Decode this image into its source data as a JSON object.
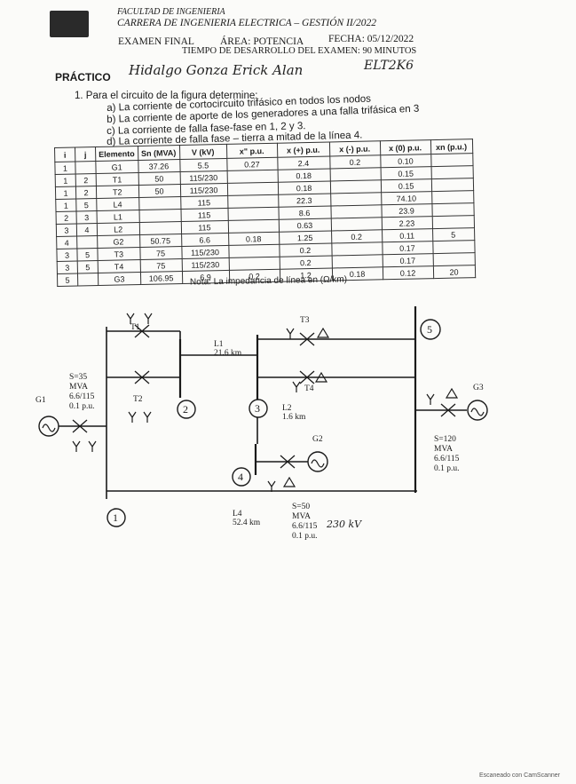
{
  "header": {
    "faculty": "FACULTAD DE INGENIERIA",
    "career": "CARRERA DE INGENIERIA ELECTRICA – GESTIÓN II/2022",
    "exam": "EXAMEN FINAL",
    "area": "ÁREA: POTENCIA",
    "date": "FECHA: 05/12/2022",
    "duration": "TIEMPO DE DESARROLLO DEL EXAMEN: 90 MINUTOS",
    "section": "PRÁCTICO",
    "student_name": "Hidalgo Gonza Erick Alan",
    "student_code": "ELT2K6"
  },
  "question": {
    "intro": "1.   Para el circuito de la figura determine:",
    "items": [
      "a)  La corriente de cortocircuito trifásico en todos los nodos",
      "b)  La corriente de aporte de los generadores a una falla trifásica en 3",
      "c)  La corriente de falla fase-fase en 1, 2 y 3.",
      "d)  La corriente de falla fase – tierra a mitad de la línea 4."
    ]
  },
  "table": {
    "headers": [
      "i",
      "j",
      "Elemento",
      "Sn (MVA)",
      "V (kV)",
      "x\" p.u.",
      "x (+) p.u.",
      "x (-) p.u.",
      "x (0) p.u.",
      "xn (p.u.)"
    ],
    "rows": [
      [
        "1",
        "",
        "G1",
        "37.26",
        "5.5",
        "0.27",
        "2.4",
        "0.2",
        "0.10",
        ""
      ],
      [
        "1",
        "2",
        "T1",
        "50",
        "115/230",
        "",
        "0.18",
        "",
        "0.15",
        ""
      ],
      [
        "1",
        "2",
        "T2",
        "50",
        "115/230",
        "",
        "0.18",
        "",
        "0.15",
        ""
      ],
      [
        "1",
        "5",
        "L4",
        "",
        "115",
        "",
        "22.3",
        "",
        "74.10",
        ""
      ],
      [
        "2",
        "3",
        "L1",
        "",
        "115",
        "",
        "8.6",
        "",
        "23.9",
        ""
      ],
      [
        "3",
        "4",
        "L2",
        "",
        "115",
        "",
        "0.63",
        "",
        "2.23",
        ""
      ],
      [
        "4",
        "",
        "G2",
        "50.75",
        "6.6",
        "0.18",
        "1.25",
        "0.2",
        "0.11",
        "5"
      ],
      [
        "3",
        "5",
        "T3",
        "75",
        "115/230",
        "",
        "0.2",
        "",
        "0.17",
        ""
      ],
      [
        "3",
        "5",
        "T4",
        "75",
        "115/230",
        "",
        "0.2",
        "",
        "0.17",
        ""
      ],
      [
        "5",
        "",
        "G3",
        "106.95",
        "6.9",
        "0.2",
        "1.2",
        "0.18",
        "0.12",
        "20"
      ]
    ],
    "note": "Nota: La impedancia de línea en (Ω/km)"
  },
  "diagram": {
    "t1": "T1",
    "t2": "T2",
    "t3": "T3",
    "t4": "T4",
    "l1": "L1",
    "l1_len": "21.6 km",
    "l2": "L2",
    "l2_len": "1.6 km",
    "l4": "L4",
    "l4_len": "52.4 km",
    "g1": "G1",
    "g2": "G2",
    "g3": "G3",
    "g1_s": "S=35",
    "g1_mva": "MVA",
    "g1_v": "6.6/115",
    "g1_pu": "0.1 p.u.",
    "g3_s": "S=120",
    "g3_mva": "MVA",
    "g3_v": "6.6/115",
    "g3_pu": "0.1 p.u.",
    "t_bottom_s": "S=50",
    "t_bottom_mva": "MVA",
    "t_bottom_v": "6.6/115",
    "t_bottom_hand": "230 kV",
    "t_bottom_pu": "0.1 p.u.",
    "nodes": [
      "1",
      "2",
      "3",
      "4",
      "5"
    ]
  },
  "footer": "Escaneado con CamScanner"
}
